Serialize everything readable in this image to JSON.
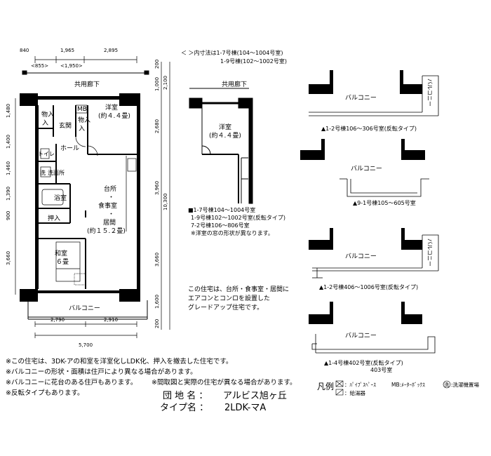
{
  "top_dims": {
    "d1": "840",
    "d2": "1,965",
    "d3": "2,895",
    "d1_alt": "<855>",
    "d2_alt": "<1,950>"
  },
  "bottom_dims": {
    "d1": "2,790",
    "d2": "2,910",
    "total": "5,700"
  },
  "left_dims": [
    "1,480",
    "1,400",
    "1,460",
    "1,390",
    "900",
    "3,660"
  ],
  "right_dims_a": [
    "1,000",
    "2,680",
    "3,960",
    "3,660",
    "1,600"
  ],
  "right_dims_b": [
    "2,100",
    "10,300",
    "200",
    "200"
  ],
  "rooms": {
    "corridor": "共用廊下",
    "balcony": "バルコニー",
    "mono1": "物入",
    "mono2": "物入",
    "mb": "MB",
    "genkan": "玄関",
    "yoshitsu": "洋室",
    "yoshitsu_size": "(約４.４畳)",
    "toilet": "トイレ",
    "hall": "ホール",
    "sen": "洗",
    "senmen": "洗面所",
    "yoku": "浴室",
    "kitchen1": "台所",
    "kitchen2": "・",
    "kitchen3": "食事室",
    "kitchen4": "・",
    "kitchen5": "居間",
    "kitchen6": "(約１５.２畳)",
    "oshiire": "押入",
    "washitsu": "和室",
    "washitsu_size": "６畳"
  },
  "inner_note": {
    "line1": "＜ ＞内寸法は1-7号棟(104～1004号室)",
    "line2": "1-9号棟(102～1002号室)"
  },
  "alt_plan": {
    "corridor": "共用廊下",
    "room": "洋室",
    "room_size": "(約４.４畳)",
    "note1": "■1-7号棟104～1004号室",
    "note2": "1-9号棟102～1002号室(反転タイプ)",
    "note3": "7-2号棟106～806号室",
    "note4": "※洋室の窓の形状が異なります。"
  },
  "upgrade_note": [
    "この住宅は、台所・食事室・居間に",
    "エアコンとコンロを設置した",
    "グレードアップ住宅です。"
  ],
  "balconies": [
    {
      "label": "バルコニー",
      "side_label": "バルコニー",
      "caption": "▲1-2号棟106～306号室(反転タイプ)"
    },
    {
      "label": "バルコニー",
      "caption": "▲9-1号棟105～605号室"
    },
    {
      "label": "バルコニー",
      "side_label": "バルコニー",
      "caption": "▲1-2号棟406～1006号室(反転タイプ)"
    },
    {
      "label": "バルコニー",
      "caption": "▲1-4号棟402号室(反転タイプ)",
      "caption2": "403号室"
    }
  ],
  "footnotes": [
    "※この住宅は、3DK-アの和室を洋室化しLDK化、押入を撤去した住宅です。",
    "※バルコニーの形状・面積は住戸により異なる場合があります。",
    "※バルコニーに花台のある住戸もあります。",
    "※間取図と実際の住宅が異なる場合があります。",
    "※反転タイプもあります。"
  ],
  "title": {
    "danchi_label": "団 地 名 ：",
    "danchi_value": "アルビス旭ヶ丘",
    "type_label": "タイプ名 ：",
    "type_value": "2LDK-マA"
  },
  "legend": {
    "title": "凡例",
    "ps": "：ﾊﾟｲﾌﾟｽﾍﾟｰｽ",
    "mb": "MB:ﾒｰﾀｰﾎﾞｯｸｽ",
    "sen": "洗",
    "sen_text": ":洗濯機置場",
    "kyuto": "：給湯器"
  }
}
